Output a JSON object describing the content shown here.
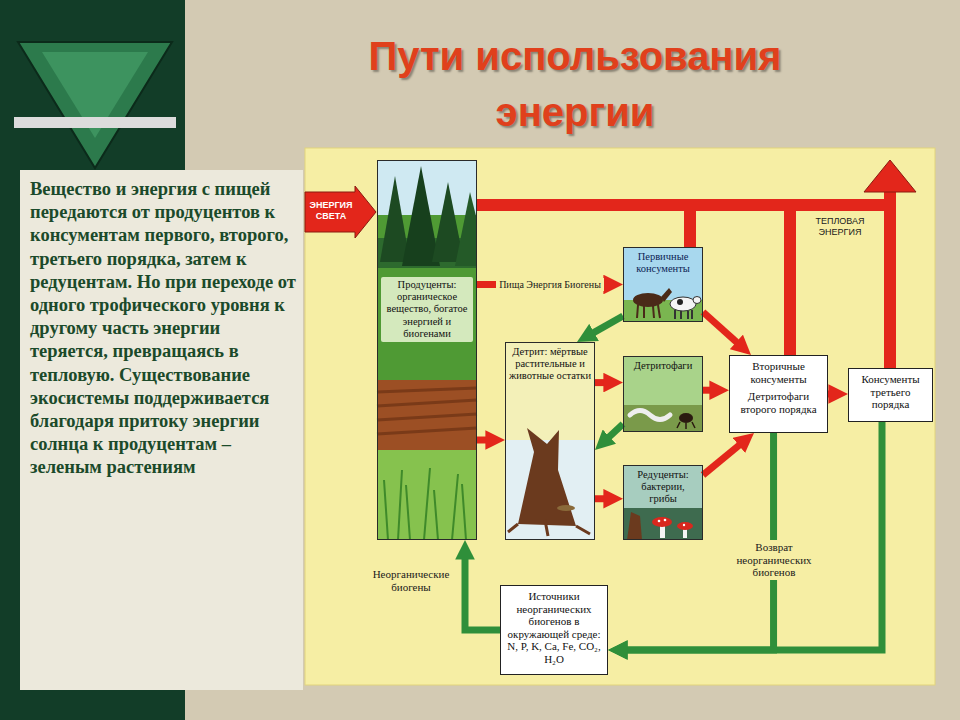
{
  "diagram": {
    "title": "Пути использования энергии",
    "nodes": [
      {
        "text": [
          "Вещество и энергия с пищей передаются от продуцентов к консументам первого, второго, третьего порядка, затем к редуцентам. Но при переходе от одного трофического уровня к другому часть энергии теряется, превращаясь в тепловую. Существование экосистемы поддерживается благодаря притоку энергии солнца к продуцентам – зеленым растениям"
        ]
      },
      {
        "text": [
          "Продуценты: органическое вещество, богатое энергией и биогенами"
        ]
      },
      {
        "text": [
          "Первичные консументы"
        ]
      },
      {
        "text": [
          "Детрит: мёртвые растительные и животные остатки"
        ]
      },
      {
        "text": [
          "Детритофаги"
        ]
      },
      {
        "text": [
          "Редуценты: бактерии, грибы"
        ]
      },
      {
        "text": [
          "Вторичные консументы",
          "Детритофаги второго порядка"
        ]
      },
      {
        "text": [
          "Консументы третьего порядка"
        ]
      },
      {
        "text": [
          "Источники неорганических биогенов в окружающей среде: N, P, K, Ca, Fe, CO₂, H₂O"
        ]
      }
    ],
    "edges": [
      {
        "from": 1,
        "to": 2,
        "arrow": "to",
        "label": "Пища Энергия Биогены"
      },
      {
        "from": 1,
        "to": 3,
        "arrow": "to"
      },
      {
        "from": 2,
        "to": 3,
        "arrow": "to"
      },
      {
        "from": 2,
        "to": 6,
        "arrow": "to"
      },
      {
        "from": 3,
        "to": 4,
        "arrow": "to"
      },
      {
        "from": 3,
        "to": 5,
        "arrow": "to"
      },
      {
        "from": 4,
        "to": 6,
        "arrow": "to"
      },
      {
        "from": 5,
        "to": 6,
        "arrow": "to"
      },
      {
        "from": 6,
        "to": 7,
        "arrow": "to"
      },
      {
        "from": 7,
        "to": 8,
        "arrow": "to"
      },
      {
        "from": 6,
        "to": 8,
        "arrow": "to"
      },
      {
        "from": 8,
        "to": 1,
        "arrow": "to"
      },
      {
        "from": 4,
        "to": 3,
        "arrow": "to"
      }
    ],
    "labels": [
      "ЭНЕРГИЯ СВЕТА",
      "ТЕПЛОВАЯ ЭНЕРГИЯ",
      "Неорганические биогены",
      "Возврат неорганических биогенов"
    ]
  }
}
